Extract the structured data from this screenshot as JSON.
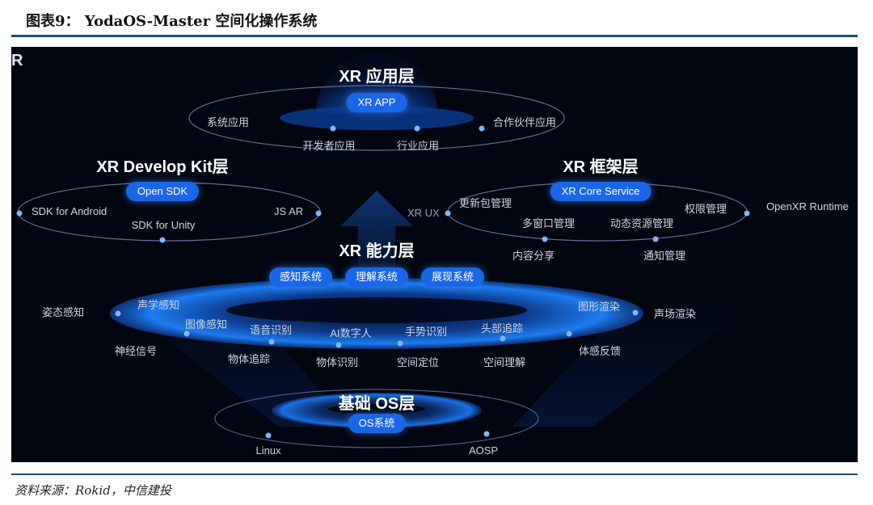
{
  "figure_title": "图表9： YodaOS-Master 空间化操作系统",
  "source_note": "资料来源：Rokid，中信建投",
  "corner_glyph": "R",
  "app_layer": {
    "title": "XR 应用层",
    "pill": "XR APP",
    "items": [
      "系统应用",
      "开发者应用",
      "行业应用",
      "合作伙伴应用"
    ]
  },
  "dev_kit_layer": {
    "title": "XR Develop Kit层",
    "pill": "Open SDK",
    "items": [
      "SDK for Android",
      "SDK for Unity",
      "JS AR"
    ]
  },
  "framework_layer": {
    "title": "XR 框架层",
    "pill": "XR Core Service",
    "items": [
      "XR UX",
      "更新包管理",
      "多窗口管理",
      "动态资源管理",
      "权限管理",
      "OpenXR Runtime",
      "内容分享",
      "通知管理"
    ]
  },
  "capability_layer": {
    "title": "XR 能力层",
    "pills": [
      "感知系统",
      "理解系统",
      "展现系统"
    ],
    "items": [
      "姿态感知",
      "声学感知",
      "图像感知",
      "语音识别",
      "AI数字人",
      "手势识别",
      "头部追踪",
      "图形渲染",
      "声场渲染",
      "神经信号",
      "物体追踪",
      "物体识别",
      "空间定位",
      "空间理解",
      "体感反馈"
    ]
  },
  "base_layer": {
    "title": "基础 OS层",
    "pill": "OS系统",
    "items": [
      "Linux",
      "AOSP"
    ]
  },
  "colors": {
    "accent_blue": "#1b66e6",
    "panel_bg": "#020611",
    "rule": "#1b4f7a"
  }
}
